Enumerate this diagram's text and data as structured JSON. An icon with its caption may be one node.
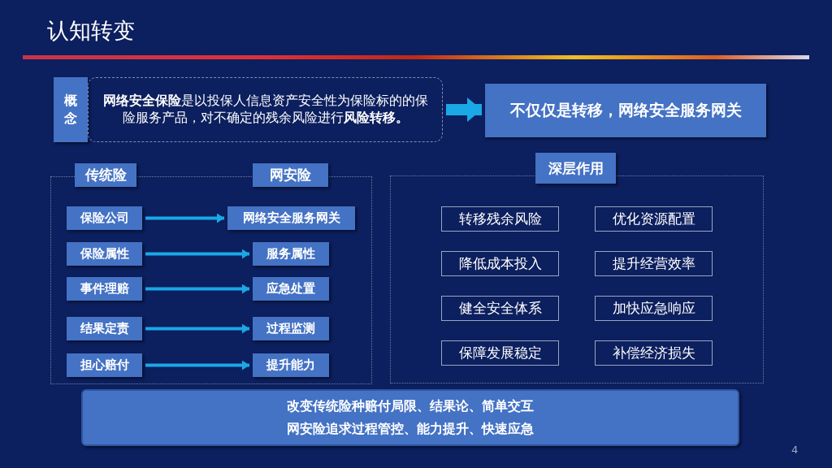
{
  "diagram": {
    "title": "认知转变",
    "nodes": [
      {
        "text": [
          "概念"
        ]
      },
      {
        "text": [
          "**网络安全保险**是以投保人信息资产安全性为保险标的的保险服务产品，对不确定的残余风险进行**风险转移。**"
        ]
      },
      {
        "text": [
          "不仅仅是转移，网络安全服务网关"
        ]
      },
      {
        "text": [
          "传统险"
        ]
      },
      {
        "text": [
          "网安险"
        ]
      },
      {
        "text": [
          "保险公司"
        ]
      },
      {
        "text": [
          "保险属性"
        ]
      },
      {
        "text": [
          "事件理赔"
        ]
      },
      {
        "text": [
          "结果定责"
        ]
      },
      {
        "text": [
          "担心赔付"
        ]
      },
      {
        "text": [
          "网络安全服务网关"
        ]
      },
      {
        "text": [
          "服务属性"
        ]
      },
      {
        "text": [
          "应急处置"
        ]
      },
      {
        "text": [
          "过程监测"
        ]
      },
      {
        "text": [
          "提升能力"
        ]
      },
      {
        "text": [
          "深层作用"
        ]
      },
      {
        "text": [
          "转移残余风险"
        ]
      },
      {
        "text": [
          "优化资源配置"
        ]
      },
      {
        "text": [
          "降低成本投入"
        ]
      },
      {
        "text": [
          "提升经营效率"
        ]
      },
      {
        "text": [
          "健全安全体系"
        ]
      },
      {
        "text": [
          "加快应急响应"
        ]
      },
      {
        "text": [
          "保障发展稳定"
        ]
      },
      {
        "text": [
          "补偿经济损失"
        ]
      },
      {
        "text": [
          "改变传统险种赔付局限、结果论、简单交互",
          "网安险追求过程管控、能力提升、快速应急"
        ]
      }
    ],
    "edges": [
      {
        "from": 1,
        "to": 2,
        "arrow": "to",
        "style": "thick"
      },
      {
        "from": 5,
        "to": 10,
        "arrow": "to"
      },
      {
        "from": 6,
        "to": 11,
        "arrow": "to"
      },
      {
        "from": 7,
        "to": 12,
        "arrow": "to"
      },
      {
        "from": 8,
        "to": 13,
        "arrow": "to"
      },
      {
        "from": 9,
        "to": 14,
        "arrow": "to"
      }
    ],
    "labels": [
      "4"
    ]
  }
}
